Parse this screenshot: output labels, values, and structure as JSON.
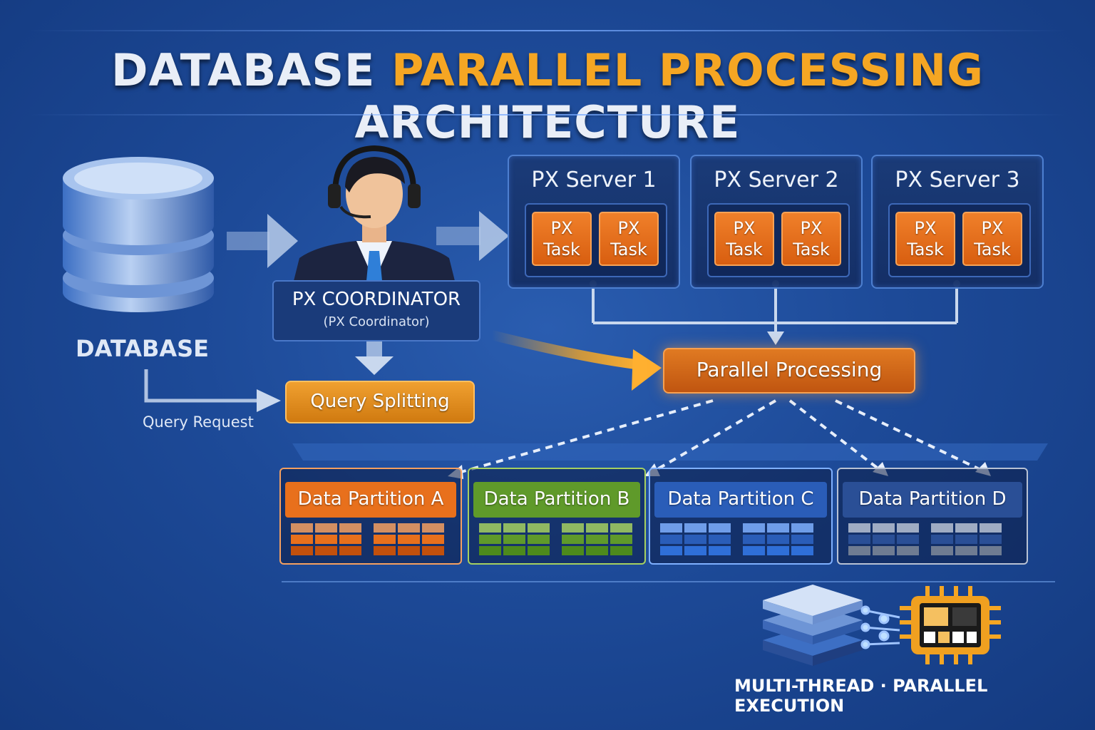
{
  "title": {
    "part1": "DATABASE",
    "part2": "PARALLEL PROCESSING",
    "part3": "ARCHITECTURE"
  },
  "database": {
    "label": "DATABASE",
    "icon": "database-icon"
  },
  "coordinator": {
    "title": "PX COORDINATOR",
    "subtitle": "(PX Coordinator)",
    "icon": "operator-headset-icon"
  },
  "query_request": "Query Request",
  "query_splitting": "Query Splitting",
  "parallel_processing": "Parallel Processing",
  "servers": [
    {
      "name": "PX Server 1",
      "tasks": [
        {
          "l1": "PX",
          "l2": "Task"
        },
        {
          "l1": "PX",
          "l2": "Task"
        }
      ]
    },
    {
      "name": "PX Server 2",
      "tasks": [
        {
          "l1": "PX",
          "l2": "Task"
        },
        {
          "l1": "PX",
          "l2": "Task"
        }
      ]
    },
    {
      "name": "PX Server 3",
      "tasks": [
        {
          "l1": "PX",
          "l2": "Task"
        },
        {
          "l1": "PX",
          "l2": "Task"
        }
      ]
    }
  ],
  "partitions": [
    {
      "name": "Data Partition A",
      "color": "#e8701c",
      "light": "#f5a060",
      "dark": "#c2500c"
    },
    {
      "name": "Data Partition B",
      "color": "#5f9a2a",
      "light": "#a6d060",
      "dark": "#4d8a1c"
    },
    {
      "name": "Data Partition C",
      "color": "#2a5db8",
      "light": "#7fb0ff",
      "dark": "#2f6fd8"
    },
    {
      "name": "Data Partition D",
      "color": "#2a4f96",
      "light": "#b8c2d4",
      "dark": "#6f7c92"
    }
  ],
  "footer": "MULTI-THREAD · PARALLEL EXECUTION",
  "colors": {
    "accent": "#f5a623",
    "background": "#1d4a98"
  }
}
